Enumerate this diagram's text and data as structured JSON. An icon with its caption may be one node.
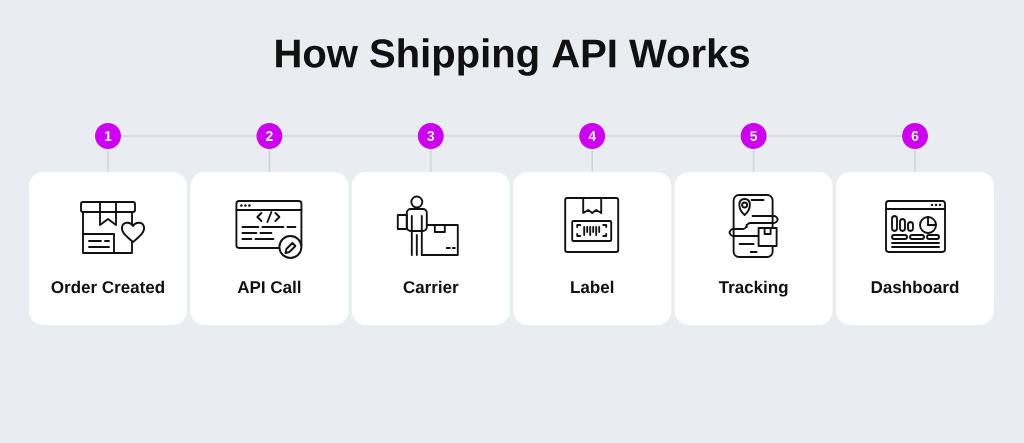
{
  "diagram": {
    "title": "How Shipping API Works",
    "nodes": [
      {
        "text": [
          "1"
        ]
      },
      {
        "text": [
          "2"
        ]
      },
      {
        "text": [
          "3"
        ]
      },
      {
        "text": [
          "4"
        ]
      },
      {
        "text": [
          "5"
        ]
      },
      {
        "text": [
          "6"
        ]
      },
      {
        "text": [
          "Order Created"
        ]
      },
      {
        "text": [
          "API Call"
        ]
      },
      {
        "text": [
          "Carrier"
        ]
      },
      {
        "text": [
          "Label"
        ]
      },
      {
        "text": [
          "Tracking"
        ]
      },
      {
        "text": [
          "Dashboard"
        ]
      }
    ],
    "edges": [
      {
        "from": 0,
        "to": 1,
        "arrow": "none"
      },
      {
        "from": 1,
        "to": 2,
        "arrow": "none"
      },
      {
        "from": 2,
        "to": 3,
        "arrow": "none"
      },
      {
        "from": 3,
        "to": 4,
        "arrow": "none"
      },
      {
        "from": 4,
        "to": 5,
        "arrow": "none"
      },
      {
        "from": 0,
        "to": 6,
        "arrow": "none"
      },
      {
        "from": 1,
        "to": 7,
        "arrow": "none"
      },
      {
        "from": 2,
        "to": 8,
        "arrow": "none"
      },
      {
        "from": 3,
        "to": 9,
        "arrow": "none"
      },
      {
        "from": 4,
        "to": 10,
        "arrow": "none"
      },
      {
        "from": 5,
        "to": 11,
        "arrow": "none"
      }
    ]
  }
}
